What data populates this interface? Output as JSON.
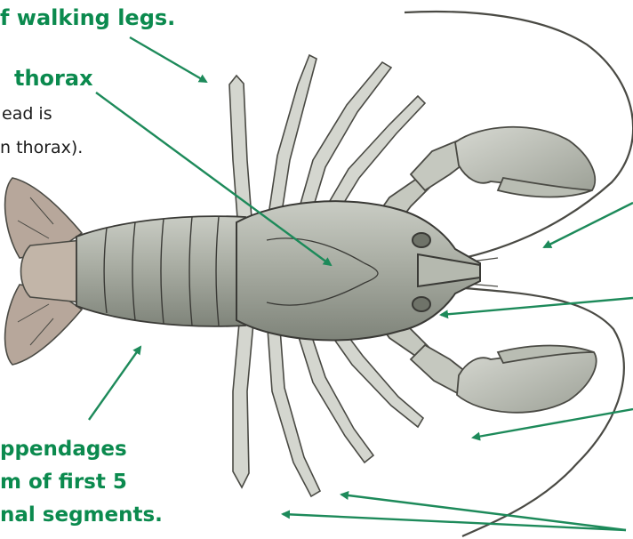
{
  "labels": {
    "walking_legs": "f walking legs.",
    "thorax_title": "thorax",
    "thorax_note_1": "ead is",
    "thorax_note_2": "n thorax).",
    "appendages_1": "ppendages",
    "appendages_2": "m of first 5",
    "appendages_3": "nal segments."
  },
  "colors": {
    "label_green": "#0b8a4e",
    "arrow_green": "#1d8a5a",
    "body_shade": "#9aa095",
    "outline": "#3a3a36"
  },
  "illustration": "crayfish-dorsal-view"
}
